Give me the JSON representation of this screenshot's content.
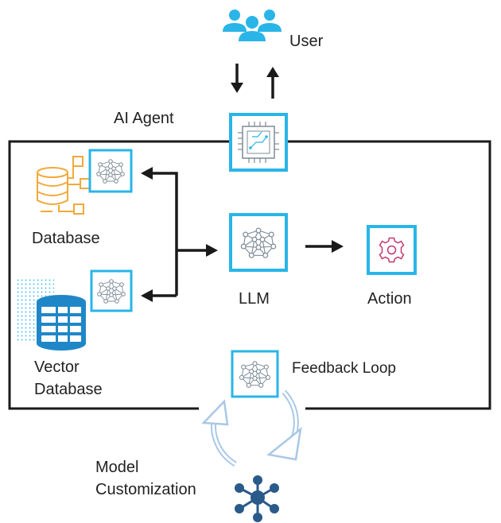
{
  "labels": {
    "user": "User",
    "ai_agent": "AI Agent",
    "database": "Database",
    "vector_database": "Vector\nDatabase",
    "llm": "LLM",
    "action": "Action",
    "feedback_loop": "Feedback Loop",
    "model_customization": "Model\nCustomization"
  },
  "colors": {
    "accent_blue": "#29b5e8",
    "db_orange": "#f2a93b",
    "vector_blue": "#1f87c8",
    "action_pink": "#c2386b",
    "hub_navy": "#2a5a8a",
    "arrow": "#1a1a1a",
    "loop": "#a9c8e6"
  },
  "icons": {
    "user": "users-group-icon",
    "agent": "cpu-chip-icon",
    "neural": "neural-network-icon",
    "database": "database-icon",
    "vector_database": "vector-database-icon",
    "action": "gear-icon",
    "feedback": "circular-arrows-icon",
    "model": "hub-network-icon"
  }
}
